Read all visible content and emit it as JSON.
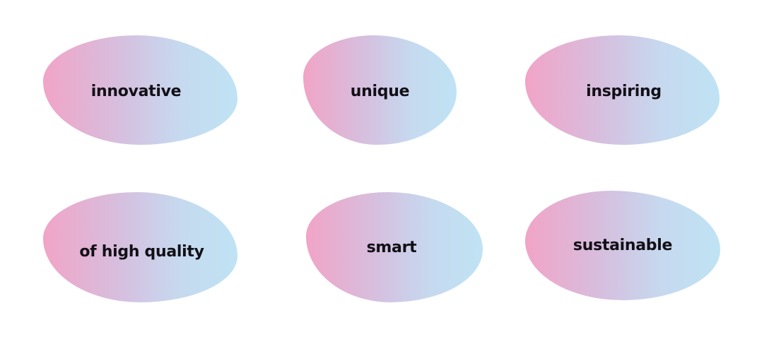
{
  "blobs": [
    {
      "label": "innovative"
    },
    {
      "label": "unique"
    },
    {
      "label": "inspiring"
    },
    {
      "label": "of high quality"
    },
    {
      "label": "smart"
    },
    {
      "label": "sustainable"
    }
  ],
  "colors": {
    "gradient_start": "#f1a4c6",
    "gradient_mid": "#d6bfdf",
    "gradient_end": "#bfe3f4",
    "text": "#121016",
    "background": "#ffffff"
  }
}
